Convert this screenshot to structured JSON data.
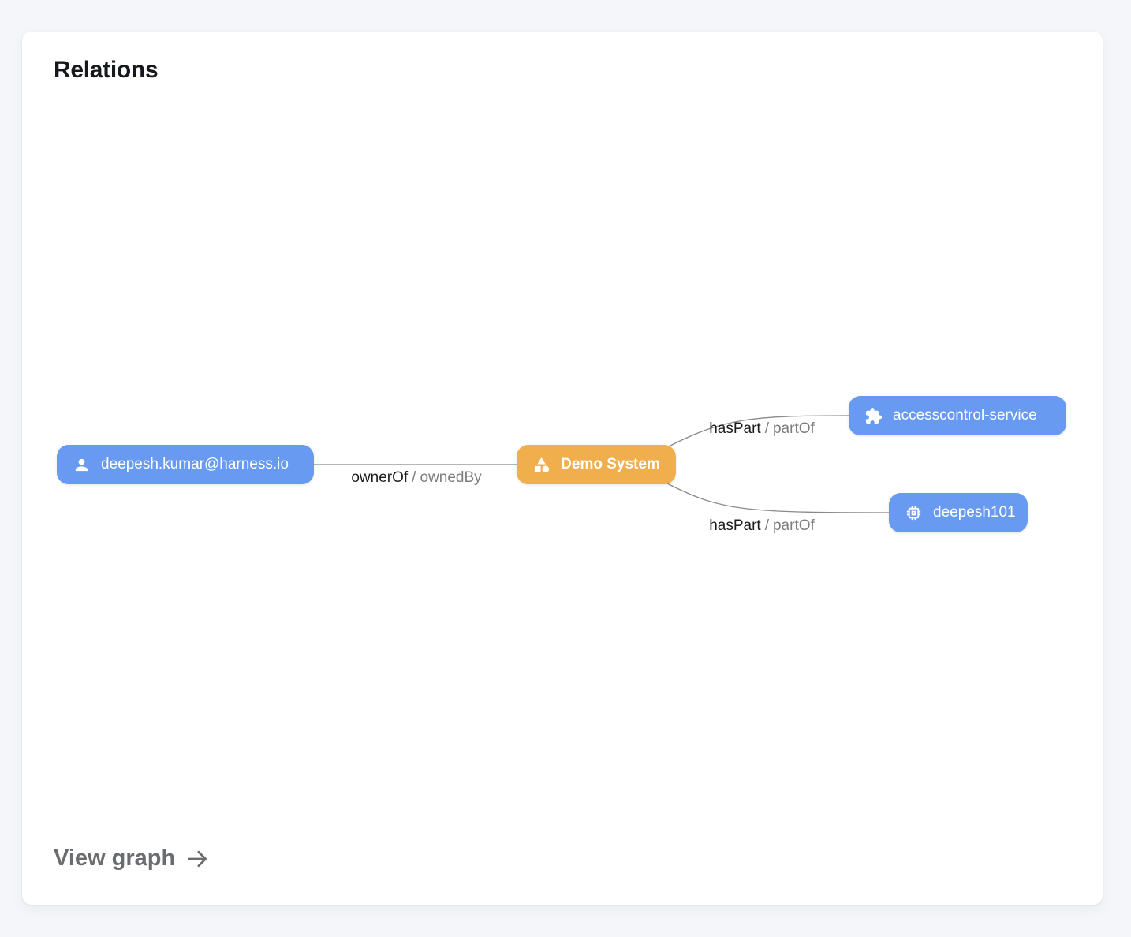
{
  "card": {
    "title": "Relations",
    "view_graph_label": "View graph"
  },
  "graph": {
    "nodes": [
      {
        "label": "deepesh.kumar@harness.io",
        "icon": "user-icon",
        "color": "#679af0"
      },
      {
        "label": "Demo System",
        "icon": "category-icon",
        "color": "#f0af4c"
      },
      {
        "label": "accesscontrol-service",
        "icon": "extension-icon",
        "color": "#679af0"
      },
      {
        "label": "deepesh101",
        "icon": "memory-icon",
        "color": "#679af0"
      }
    ],
    "edges": [
      {
        "from": "deepesh.kumar@harness.io",
        "to": "Demo System",
        "label_primary": "ownerOf",
        "separator": "/",
        "label_secondary": "ownedBy"
      },
      {
        "from": "Demo System",
        "to": "accesscontrol-service",
        "label_primary": "hasPart",
        "separator": "/",
        "label_secondary": "partOf"
      },
      {
        "from": "Demo System",
        "to": "deepesh101",
        "label_primary": "hasPart",
        "separator": "/",
        "label_secondary": "partOf"
      }
    ]
  },
  "colors": {
    "page_background": "#f5f6fa",
    "card_background": "#ffffff",
    "node_blue": "#679af0",
    "node_orange": "#f0af4c",
    "node_text": "#ffffff",
    "edge_line": "#8a8a8a",
    "edge_label_primary": "#1c1c1c",
    "edge_label_secondary": "#7d7d7d",
    "title_text": "#16181d",
    "view_graph_text": "#6a6c70"
  }
}
